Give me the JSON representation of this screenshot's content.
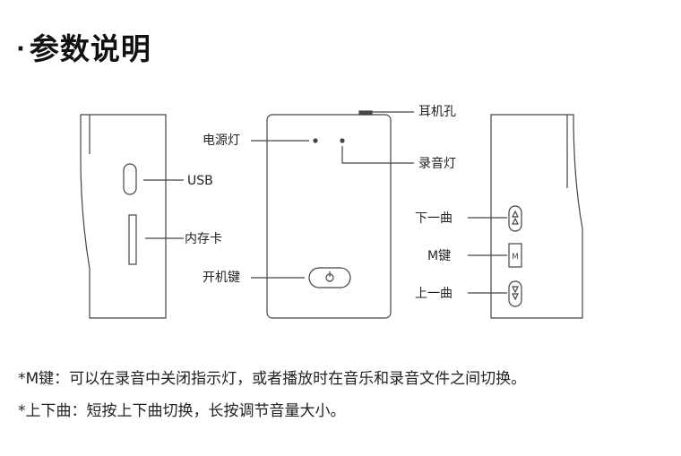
{
  "title": "参数说明",
  "labels": {
    "usb": "USB",
    "memory_card": "内存卡",
    "power_light": "电源灯",
    "power_key": "开机键",
    "earphone_jack": "耳机孔",
    "record_light": "录音灯",
    "next_track": "下一曲",
    "m_key": "M键",
    "prev_track": "上一曲",
    "m_key_glyph": "M"
  },
  "notes": {
    "m_key_note": "*M键：可以在录音中关闭指示灯，或者播放时在音乐和录音文件之间切换。",
    "track_note": "*上下曲：短按上下曲切换，长按调节音量大小。"
  }
}
